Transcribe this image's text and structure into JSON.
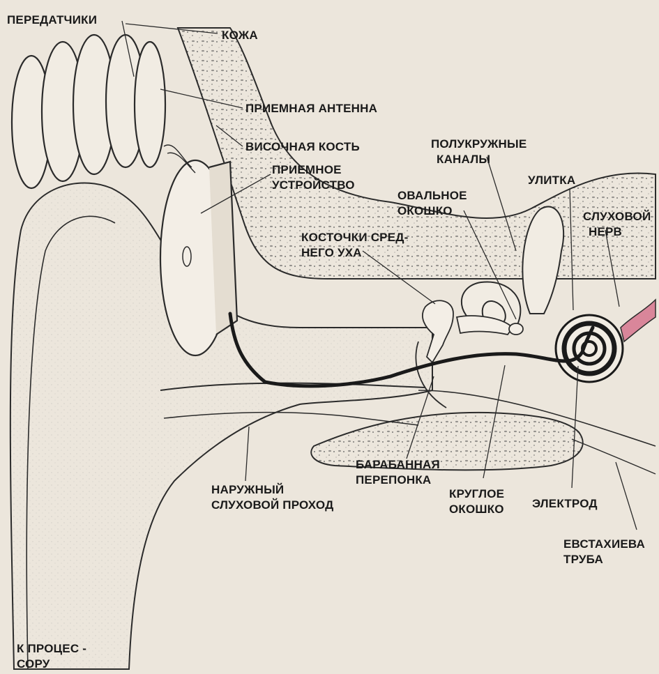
{
  "labels": {
    "transmitters": "ПЕРЕДАТЧИКИ",
    "skin": "КОЖА",
    "receiving_antenna": "ПРИЕМНАЯ АНТЕННА",
    "temporal_bone": "ВИСОЧНАЯ КОСТЬ",
    "semicircular_canals_1": "ПОЛУКРУЖНЫЕ",
    "semicircular_canals_2": "КАНАЛЫ",
    "receiver_1": "ПРИЕМНОЕ",
    "receiver_2": "УСТРОЙСТВО",
    "cochlea": "УЛИТКА",
    "oval_window_1": "ОВАЛЬНОЕ",
    "oval_window_2": "ОКОШКО",
    "auditory_nerve_1": "СЛУХОВОЙ",
    "auditory_nerve_2": "НЕРВ",
    "ossicles_1": "КОСТОЧКИ СРЕД-",
    "ossicles_2": "НЕГО УХА",
    "eardrum_1": "БАРАБАННАЯ",
    "eardrum_2": "ПЕРЕПОНКА",
    "ear_canal_1": "НАРУЖНЫЙ",
    "ear_canal_2": "СЛУХОВОЙ ПРОХОД",
    "round_window_1": "КРУГЛОЕ",
    "round_window_2": "ОКОШКО",
    "electrode": "ЭЛЕКТРОД",
    "eustachian_tube_1": "ЕВСТАХИЕВА",
    "eustachian_tube_2": "ТРУБА",
    "to_processor_1": "К ПРОЦЕС -",
    "to_processor_2": "СОРУ"
  },
  "colors": {
    "background": "#ece6dc",
    "line": "#2b2b2b",
    "bone_fill": "#e3dccf",
    "electrode": "#1a1a1a",
    "nerve": "#d9869a"
  }
}
